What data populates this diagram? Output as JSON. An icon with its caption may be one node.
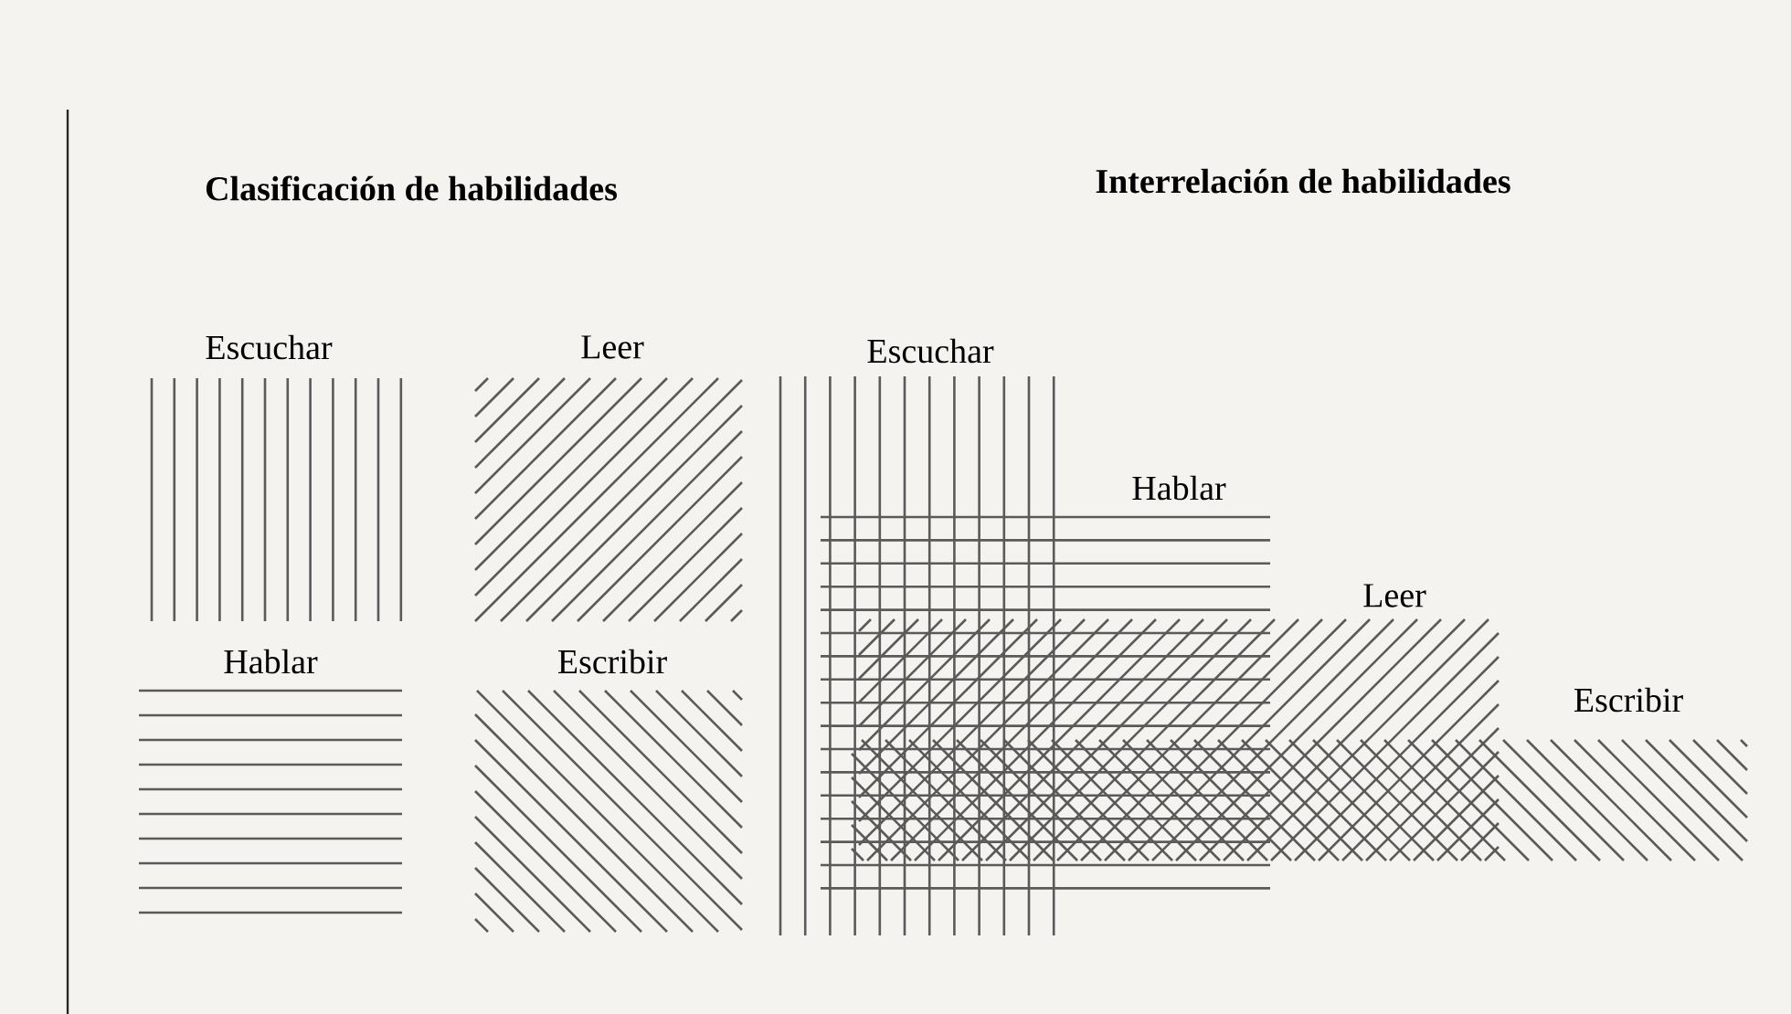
{
  "diagram": {
    "nodes": [
      {
        "text": [
          "Escuchar"
        ]
      },
      {
        "text": [
          "Leer"
        ]
      },
      {
        "text": [
          "Hablar"
        ]
      },
      {
        "text": [
          "Escribir"
        ]
      },
      {
        "text": [
          "Escuchar"
        ]
      },
      {
        "text": [
          "Hablar"
        ]
      },
      {
        "text": [
          "Leer"
        ]
      },
      {
        "text": [
          "Escribir"
        ]
      }
    ],
    "labels": [
      "Clasificación de habilidades",
      "Interrelación de habilidades"
    ]
  }
}
